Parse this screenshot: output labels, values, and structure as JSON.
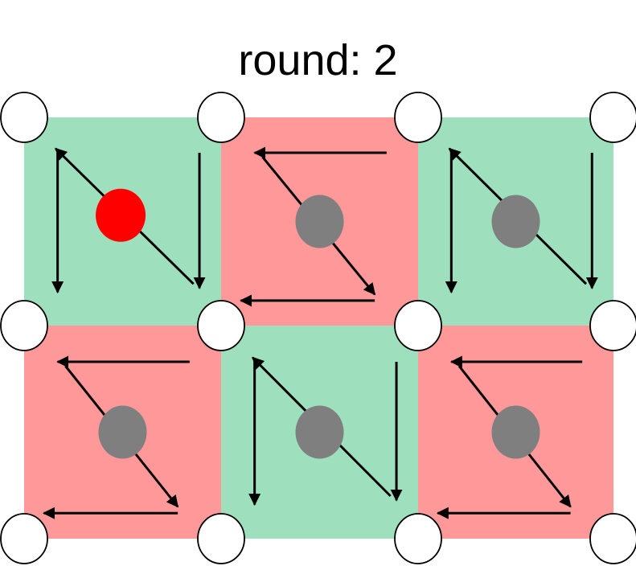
{
  "title": "round: 2",
  "colors": {
    "green_cell": "#9ee0be",
    "red_cell": "#ff9898",
    "active_dot": "#ff0000",
    "inactive_dot": "#7f7f7f",
    "corner_node_fill": "#ffffff",
    "arrow": "#000000"
  },
  "grid": {
    "rows": 2,
    "cols": 3,
    "cells": [
      {
        "row": 0,
        "col": 0,
        "color": "green",
        "pattern": "N",
        "dot": "active"
      },
      {
        "row": 0,
        "col": 1,
        "color": "red",
        "pattern": "Z",
        "dot": "inactive"
      },
      {
        "row": 0,
        "col": 2,
        "color": "green",
        "pattern": "N",
        "dot": "inactive"
      },
      {
        "row": 1,
        "col": 0,
        "color": "red",
        "pattern": "Z",
        "dot": "inactive"
      },
      {
        "row": 1,
        "col": 1,
        "color": "green",
        "pattern": "N",
        "dot": "inactive"
      },
      {
        "row": 1,
        "col": 2,
        "color": "red",
        "pattern": "Z",
        "dot": "inactive"
      }
    ]
  }
}
